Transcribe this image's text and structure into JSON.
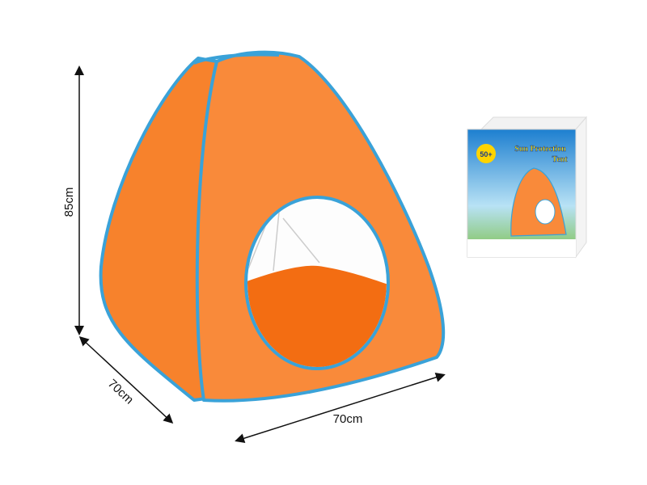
{
  "dimensions": {
    "height": "85cm",
    "depth": "70cm",
    "width": "70cm"
  },
  "box": {
    "title_line1": "Sun Protection",
    "title_line2": "Tent",
    "badge": "50+"
  },
  "colors": {
    "tent_orange": "#f98a3a",
    "trim_blue": "#3aa2d8",
    "inner_orange": "#f36d12"
  }
}
